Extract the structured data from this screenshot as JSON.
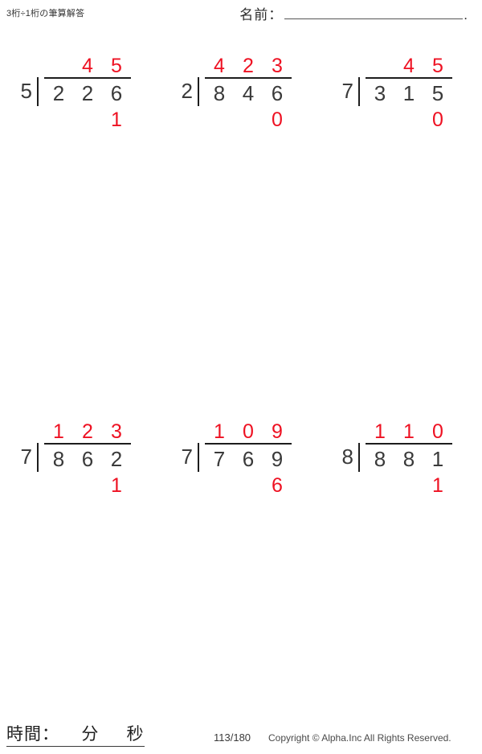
{
  "header": {
    "title": "3桁÷1桁の筆算解答",
    "name_label": "名前：",
    "name_value": "",
    "name_period": "."
  },
  "problems": [
    {
      "id": "problem-1",
      "divisor": "5",
      "dividend": [
        "2",
        "2",
        "6"
      ],
      "quotient": [
        "",
        "4",
        "5"
      ],
      "remainder": [
        "",
        "",
        "1"
      ]
    },
    {
      "id": "problem-2",
      "divisor": "2",
      "dividend": [
        "8",
        "4",
        "6"
      ],
      "quotient": [
        "4",
        "2",
        "3"
      ],
      "remainder": [
        "",
        "",
        "0"
      ]
    },
    {
      "id": "problem-3",
      "divisor": "7",
      "dividend": [
        "3",
        "1",
        "5"
      ],
      "quotient": [
        "",
        "4",
        "5"
      ],
      "remainder": [
        "",
        "",
        "0"
      ]
    },
    {
      "id": "problem-4",
      "divisor": "7",
      "dividend": [
        "8",
        "6",
        "2"
      ],
      "quotient": [
        "1",
        "2",
        "3"
      ],
      "remainder": [
        "",
        "",
        "1"
      ]
    },
    {
      "id": "problem-5",
      "divisor": "7",
      "dividend": [
        "7",
        "6",
        "9"
      ],
      "quotient": [
        "1",
        "0",
        "9"
      ],
      "remainder": [
        "",
        "",
        "6"
      ]
    },
    {
      "id": "problem-6",
      "divisor": "8",
      "dividend": [
        "8",
        "8",
        "1"
      ],
      "quotient": [
        "1",
        "1",
        "0"
      ],
      "remainder": [
        "",
        "",
        "1"
      ]
    }
  ],
  "footer": {
    "time_label": "時間：    分     秒",
    "page_number": "113/180",
    "copyright": "Copyright © Alpha.Inc All Rights Reserved."
  },
  "colors": {
    "answer_red": "#ee1122",
    "ink_black": "#3a3a3a",
    "rule_black": "#1d1d1d"
  }
}
